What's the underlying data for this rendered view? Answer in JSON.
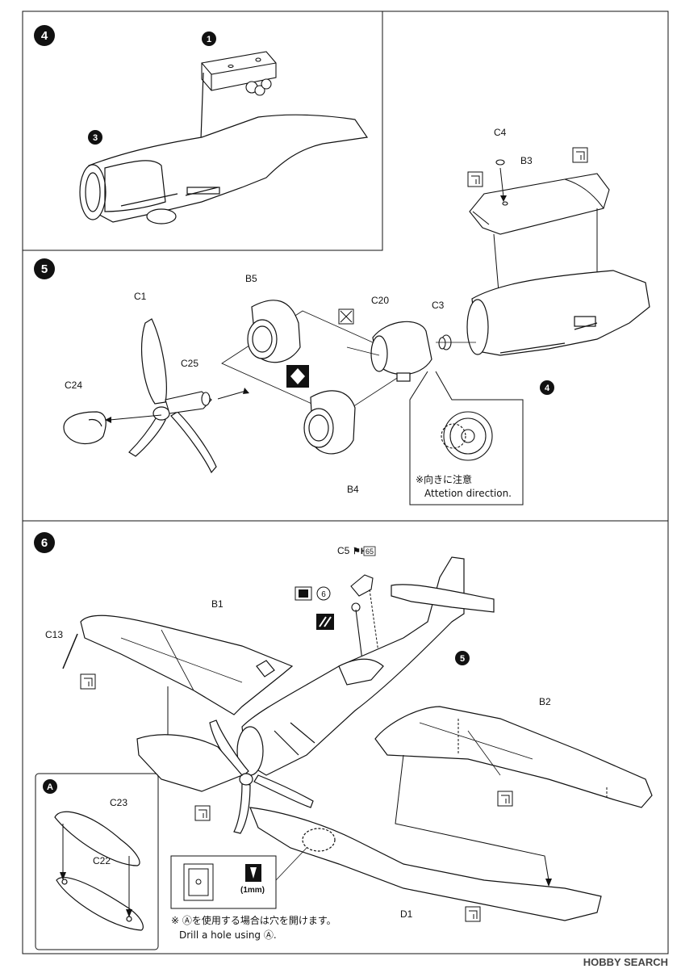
{
  "steps": {
    "s4": {
      "num": "4",
      "sub1": "1",
      "sub3": "3"
    },
    "s5": {
      "num": "5",
      "ref4": "4",
      "parts": {
        "c1": "C1",
        "c24": "C24",
        "c25": "C25",
        "b5": "B5",
        "b4": "B4",
        "c20": "C20",
        "c3": "C3",
        "c4": "C4",
        "b3": "B3"
      },
      "note_jp": "※向きに注意",
      "note_en": "Attetion direction."
    },
    "s6": {
      "num": "6",
      "ref5": "5",
      "ref6": "6",
      "paint_code": "65",
      "parts": {
        "c5": "C5",
        "b1": "B1",
        "b2": "B2",
        "c13": "C13",
        "d1": "D1",
        "c23": "C23",
        "c22": "C22"
      },
      "inset_letter": "A",
      "hole_size": "(1mm)",
      "note_jp": "※ Ⓐを使用する場合は穴を開けます。",
      "note_en": "Drill a hole using Ⓐ."
    }
  },
  "watermark": "HOBBY SEARCH"
}
